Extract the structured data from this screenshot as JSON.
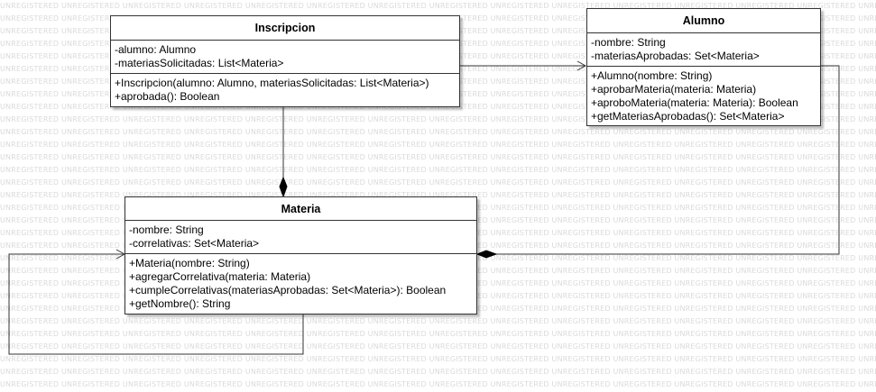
{
  "watermark": {
    "text": "UNREGISTERED",
    "color": "#dadada"
  },
  "classes": {
    "inscripcion": {
      "name": "Inscripcion",
      "attributes": [
        "-alumno: Alumno",
        "-materiasSolicitadas: List<Materia>"
      ],
      "operations": [
        "+Inscripcion(alumno: Alumno, materiasSolicitadas: List<Materia>)",
        "+aprobada(): Boolean"
      ]
    },
    "alumno": {
      "name": "Alumno",
      "attributes": [
        "-nombre: String",
        "-materiasAprobadas: Set<Materia>"
      ],
      "operations": [
        "+Alumno(nombre: String)",
        "+aprobarMateria(materia: Materia)",
        "+aproboMateria(materia: Materia): Boolean",
        "+getMateriasAprobadas(): Set<Materia>"
      ]
    },
    "materia": {
      "name": "Materia",
      "attributes": [
        "-nombre: String",
        "-correlativas: Set<Materia>"
      ],
      "operations": [
        "+Materia(nombre: String)",
        "+agregarCorrelativa(materia: Materia)",
        "+cumpleCorrelativas(materiasAprobadas: Set<Materia>): Boolean",
        "+getNombre(): String"
      ]
    }
  },
  "colors": {
    "line": "#333333",
    "border": "#333333",
    "background": "#ffffff"
  }
}
